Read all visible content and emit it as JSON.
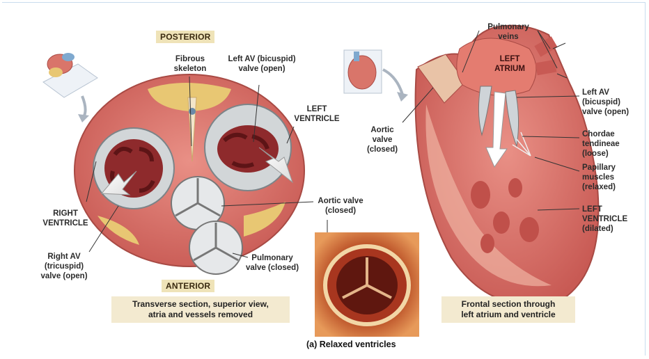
{
  "labels": {
    "posterior": "POSTERIOR",
    "anterior": "ANTERIOR",
    "fibrous_skeleton": "Fibrous\nskeleton",
    "left_av_open_top": "Left AV (bicuspid)\nvalve (open)",
    "left_ventricle_top": "LEFT\nVENTRICLE",
    "right_ventricle": "RIGHT\nVENTRICLE",
    "right_av": "Right AV\n(tricuspid)\nvalve (open)",
    "aortic_valve_closed_mid": "Aortic valve\n(closed)",
    "pulmonary_valve": "Pulmonary\nvalve (closed)",
    "pulmonary_veins": "Pulmonary\nveins",
    "left_atrium": "LEFT\nATRIUM",
    "aortic_valve_closed_right": "Aortic\nvalve\n(closed)",
    "left_av_open_right": "Left AV\n(bicuspid)\nvalve (open)",
    "chordae": "Chordae\ntendineae\n(loose)",
    "papillary": "Papillary\nmuscles\n(relaxed)",
    "left_ventricle_dilated": "LEFT\nVENTRICLE\n(dilated)"
  },
  "captions": {
    "transverse": "Transverse section, superior view,\natria and vessels removed",
    "frontal": "Frontal section through\nleft atrium and ventricle"
  },
  "figure_title": "(a)  Relaxed ventricles",
  "colors": {
    "muscle": "#d9756a",
    "muscle_dark": "#b54a44",
    "fat": "#e8c773",
    "valve": "#c9cdd0",
    "cavity": "#8e2a2c",
    "frame": "#c9dcee"
  }
}
